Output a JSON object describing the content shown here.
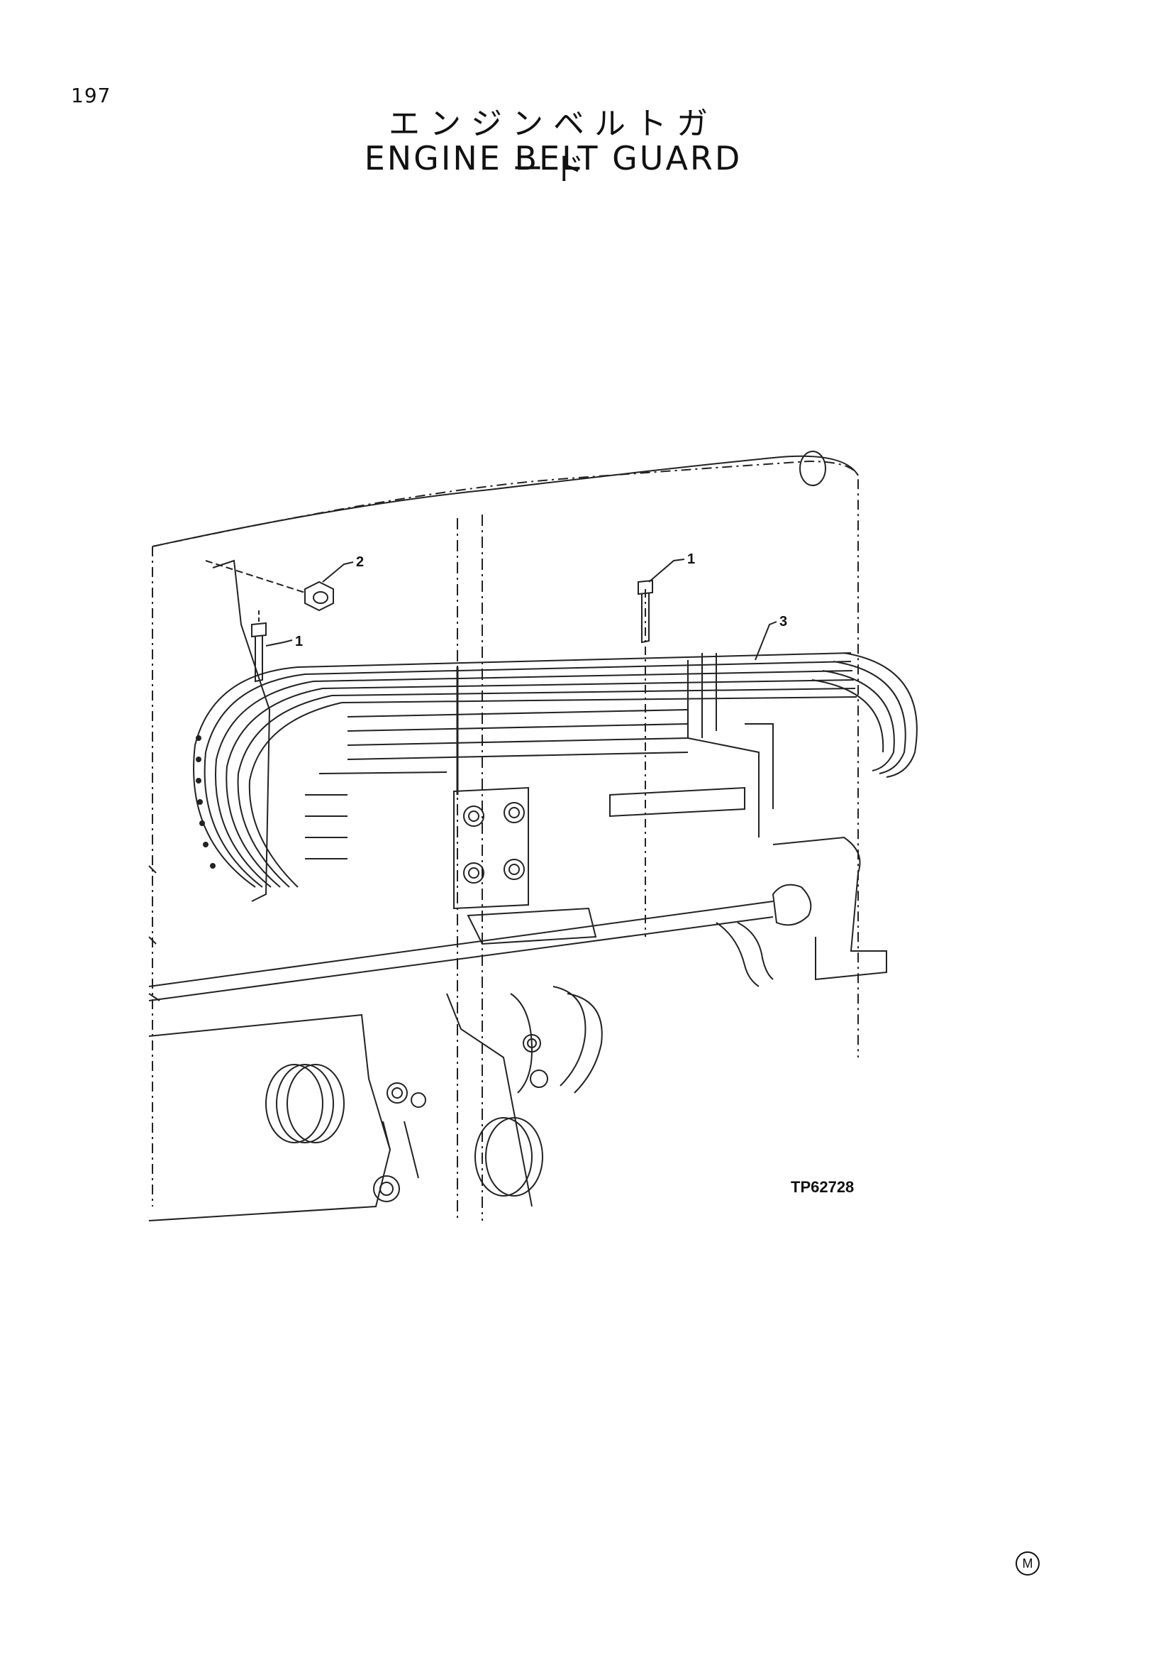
{
  "page": {
    "number": "197",
    "title_jp": "エンジンベルトガード",
    "title_en": "ENGINE BELT GUARD"
  },
  "diagram": {
    "callouts": [
      "1",
      "2",
      "1",
      "3"
    ],
    "reference_code": "TP62728"
  },
  "footer": {
    "mark": "M"
  }
}
